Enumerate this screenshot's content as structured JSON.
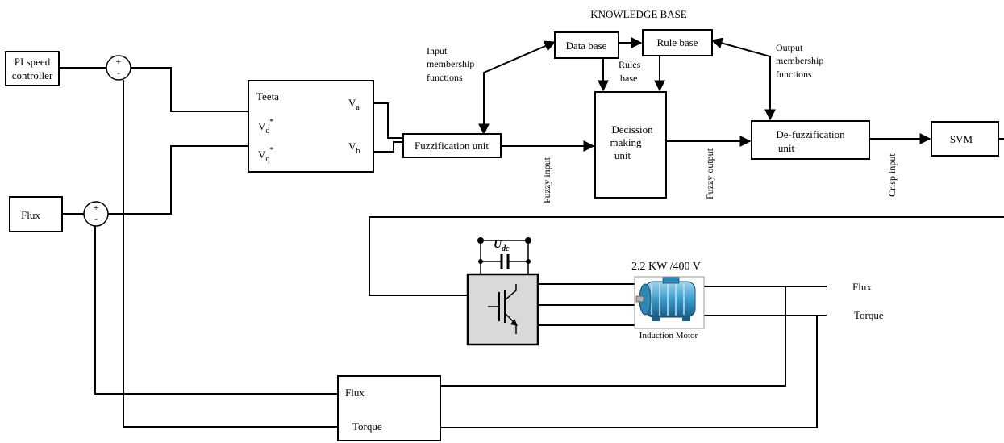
{
  "title": "KNOWLEDGE BASE",
  "blocks": {
    "pi_speed_controller": [
      "PI speed",
      "controller"
    ],
    "flux_ref": "Flux",
    "transform": {
      "teeta": "Teeta",
      "vd_base": "V",
      "vd_sub": "d",
      "vd_sup": "*",
      "vq_base": "V",
      "vq_sub": "q",
      "vq_sup": "*",
      "va_base": "V",
      "va_sub": "a",
      "vb_base": "V",
      "vb_sub": "b"
    },
    "fuzzification": "Fuzzification unit",
    "data_base": "Data base",
    "rule_base": "Rule base",
    "decision": [
      "Decission",
      "making",
      "unit"
    ],
    "defuzzification": [
      "De-fuzzification",
      "unit"
    ],
    "svm": "SVM",
    "estimator": {
      "flux": "Flux",
      "torque": "Torque"
    },
    "motor_caption": "Induction Motor",
    "motor_rating": "2.2  KW /400 V",
    "udc_base": "U",
    "udc_sub": "dc"
  },
  "labels": {
    "input_mf": [
      "Input",
      "membership",
      "functions"
    ],
    "output_mf": [
      "Output",
      "membership",
      "functions"
    ],
    "rules_base": [
      "Rules",
      "base"
    ],
    "fuzzy_input": "Fuzzy input",
    "fuzzy_output": "Fuzzy output",
    "crisp_input": "Crisp input",
    "flux_out": "Flux",
    "torque_out": "Torque"
  },
  "summing_signs": {
    "top": "+",
    "bottom": "-"
  }
}
